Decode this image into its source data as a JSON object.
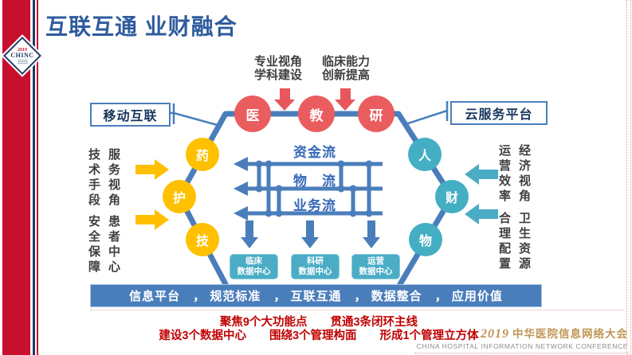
{
  "badge": {
    "year": "2019",
    "name": "CHINC"
  },
  "title": "互联互通  业财融合",
  "top_labels": [
    {
      "line1": "专业视角",
      "line2": "学科建设"
    },
    {
      "line1": "临床能力",
      "line2": "创新提高"
    }
  ],
  "platforms": {
    "mobile": "移动互联",
    "cloud": "云服务平台"
  },
  "side_labels": {
    "left_top": {
      "col_right": "服务视角",
      "col_left": "技术手段"
    },
    "left_bottom": {
      "col_right": "患者中心",
      "col_left": "安全保障"
    },
    "right_top": {
      "col_right": "经济视角",
      "col_left": "运营效率"
    },
    "right_bottom": {
      "col_right": "卫生资源",
      "col_left": "合理配置"
    }
  },
  "circles": {
    "top": [
      "医",
      "教",
      "研"
    ],
    "left": [
      "药",
      "护",
      "技"
    ],
    "right": [
      "人",
      "财",
      "物"
    ]
  },
  "flows": [
    "资金流",
    "物　流",
    "业务流"
  ],
  "data_centers": [
    {
      "line1": "临床",
      "line2": "数据中心"
    },
    {
      "line1": "科研",
      "line2": "数据中心"
    },
    {
      "line1": "运营",
      "line2": "数据中心"
    }
  ],
  "bottom_bar": "信息平台　，  规范标准　，  互联互通　，  数据整合　，  应用价值",
  "summary": {
    "line1": "聚焦9个大功能点　　贯通3条闭环主线",
    "line2": "建设3个数据中心　　围绕3个管理构面　　形成1个管理立方体"
  },
  "footer_logo": {
    "year": "2019",
    "cn": "中华医院信息网络大会",
    "en": "CHINA HOSPITAL INFORMATION NETWORK CONFERENCE"
  },
  "colors": {
    "line_blue": "#4A7EBB",
    "circle_red": "#EA5D5F",
    "circle_yellow": "#FFC000",
    "circle_teal": "#44AEC3",
    "title_blue": "#2E5B9D",
    "summary_red": "#C00000",
    "ribbon_red": "#C8102E",
    "ribbon_navy": "#1F3864",
    "logo_gold": "#BF9552",
    "flow_text_blue": "#3568B8",
    "datacenter_teal": "#4BACC6"
  }
}
